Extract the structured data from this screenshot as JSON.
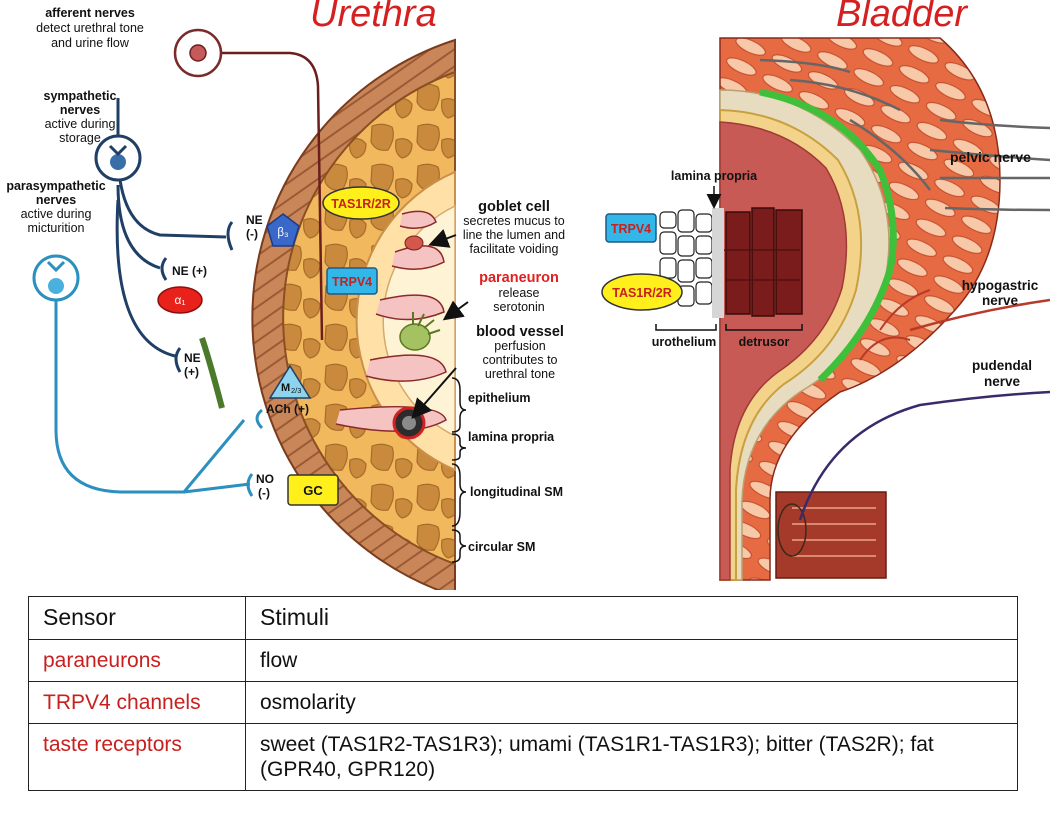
{
  "urethra": {
    "title": "Urethra",
    "afferent": [
      "afferent nerves",
      "detect urethral tone",
      "and urine flow"
    ],
    "sympathetic": [
      "sympathetic",
      "nerves",
      "active during",
      "storage"
    ],
    "parasympathetic": [
      "parasympathetic",
      "nerves",
      "active during",
      "micturition"
    ],
    "ne_minus": [
      "NE",
      "(-)"
    ],
    "ne_plus_1": "NE (+)",
    "ne_plus_2": [
      "NE",
      "(+)"
    ],
    "ach": "ACh (+)",
    "no": [
      "NO",
      "(-)"
    ],
    "beta3": "β₃",
    "alpha1": "α₁",
    "m23": "M",
    "m23_sub": "2/3",
    "gc": "GC",
    "tas": "TAS1R/2R",
    "trpv4": "TRPV4",
    "goblet": [
      "goblet cell",
      "secretes mucus to",
      "line the lumen and",
      "facilitate voiding"
    ],
    "paraneuron": [
      "paraneuron",
      "release",
      "serotonin"
    ],
    "vessel": [
      "blood vessel",
      "perfusion",
      "contributes to",
      "urethral tone"
    ],
    "layers": [
      "epithelium",
      "lamina propria",
      "longitudinal SM",
      "circular SM"
    ]
  },
  "bladder": {
    "title": "Bladder",
    "lamina": "lamina propria",
    "trpv4": "TRPV4",
    "tas": "TAS1R/2R",
    "urothelium": "urothelium",
    "detrusor": "detrusor",
    "pelvic": "pelvic nerve",
    "hypogastric": [
      "hypogastric",
      "nerve"
    ],
    "pudendal": [
      "pudendal",
      "nerve"
    ]
  },
  "table": {
    "header": [
      "Sensor",
      "Stimuli"
    ],
    "rows": [
      {
        "sensor": "paraneurons",
        "stimuli": "flow"
      },
      {
        "sensor": "TRPV4 channels",
        "stimuli": "osmolarity"
      },
      {
        "sensor": "taste receptors",
        "stimuli": "sweet (TAS1R2-TAS1R3); umami (TAS1R1-TAS1R3); bitter (TAS2R); fat (GPR40, GPR120)"
      }
    ]
  },
  "colors": {
    "title_red": "#d42020",
    "sensor_red": "#c8201e",
    "tissue_orange": "#f0b45a",
    "muscle_brown": "#b87a4a",
    "nerve_dark": "#1f3f66",
    "nerve_light": "#2b8fc0",
    "receptor_yellow": "#ffef1a",
    "receptor_cyan": "#33b6e8"
  }
}
